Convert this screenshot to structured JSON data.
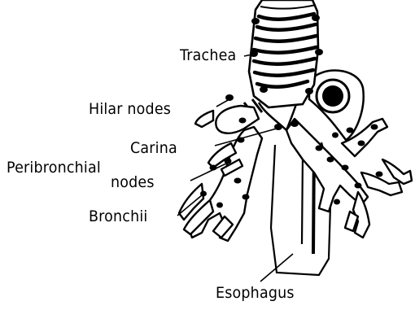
{
  "labels": {
    "trachea": "Trachea",
    "hilar_nodes": "Hilar nodes",
    "carina": "Carina",
    "peribronchial_line1": "Peribronchial",
    "peribronchial_line2": "nodes",
    "bronchii": "Bronchii",
    "esophagus": "Esophagus"
  },
  "colors": {
    "ink": "#000000",
    "background": "#ffffff"
  }
}
